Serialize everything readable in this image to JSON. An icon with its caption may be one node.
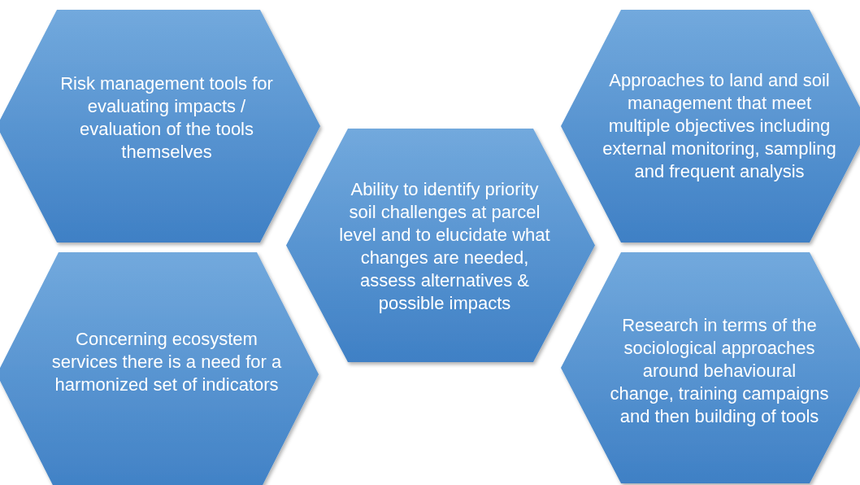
{
  "diagram": {
    "nodes": [
      {
        "text": [
          "Risk management tools for evaluating impacts / evaluation of the tools themselves"
        ]
      },
      {
        "text": [
          "Concerning ecosystem services there is a need for a harmonized set of indicators"
        ]
      },
      {
        "text": [
          "Ability to identify priority soil challenges at parcel level and to elucidate what changes are needed, assess alternatives & possible impacts"
        ]
      },
      {
        "text": [
          "Approaches to land and soil management that meet multiple objectives including external monitoring, sampling and frequent analysis"
        ]
      },
      {
        "text": [
          "Research in terms of the sociological approaches around behavioural change, training campaigns and then building of tools"
        ]
      }
    ]
  }
}
